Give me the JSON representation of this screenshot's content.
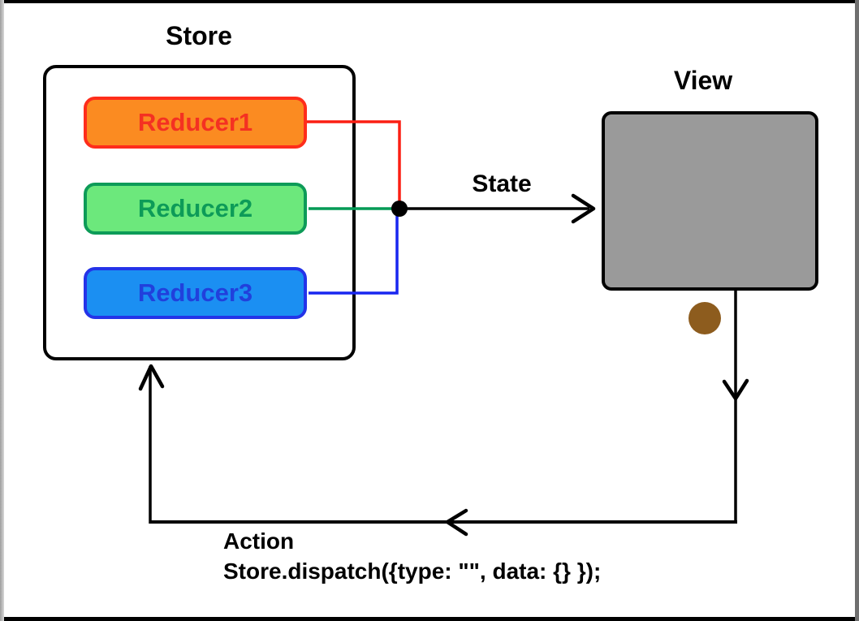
{
  "store": {
    "title": "Store",
    "reducers": [
      {
        "label": "Reducer1",
        "fill": "#FB8B21",
        "border": "#FE2D1B",
        "text": "#F43122"
      },
      {
        "label": "Reducer2",
        "fill": "#6CE87C",
        "border": "#0D9B58",
        "text": "#0D9B58"
      },
      {
        "label": "Reducer3",
        "fill": "#1B8FF2",
        "border": "#2433E8",
        "text": "#2140DC"
      }
    ]
  },
  "view": {
    "title": "View",
    "fill": "#9A9A9A"
  },
  "flow": {
    "state_label": "State",
    "action_label": "Action",
    "action_code": "Store.dispatch({type: \"\", data: {} });"
  },
  "connectors": {
    "reducer1_line": "#FB1F13",
    "reducer2_line": "#019A55",
    "reducer3_line": "#1926F0",
    "junction_dot": "#000000",
    "view_event_dot": "#8D5C1E",
    "arrow": "#000000"
  }
}
